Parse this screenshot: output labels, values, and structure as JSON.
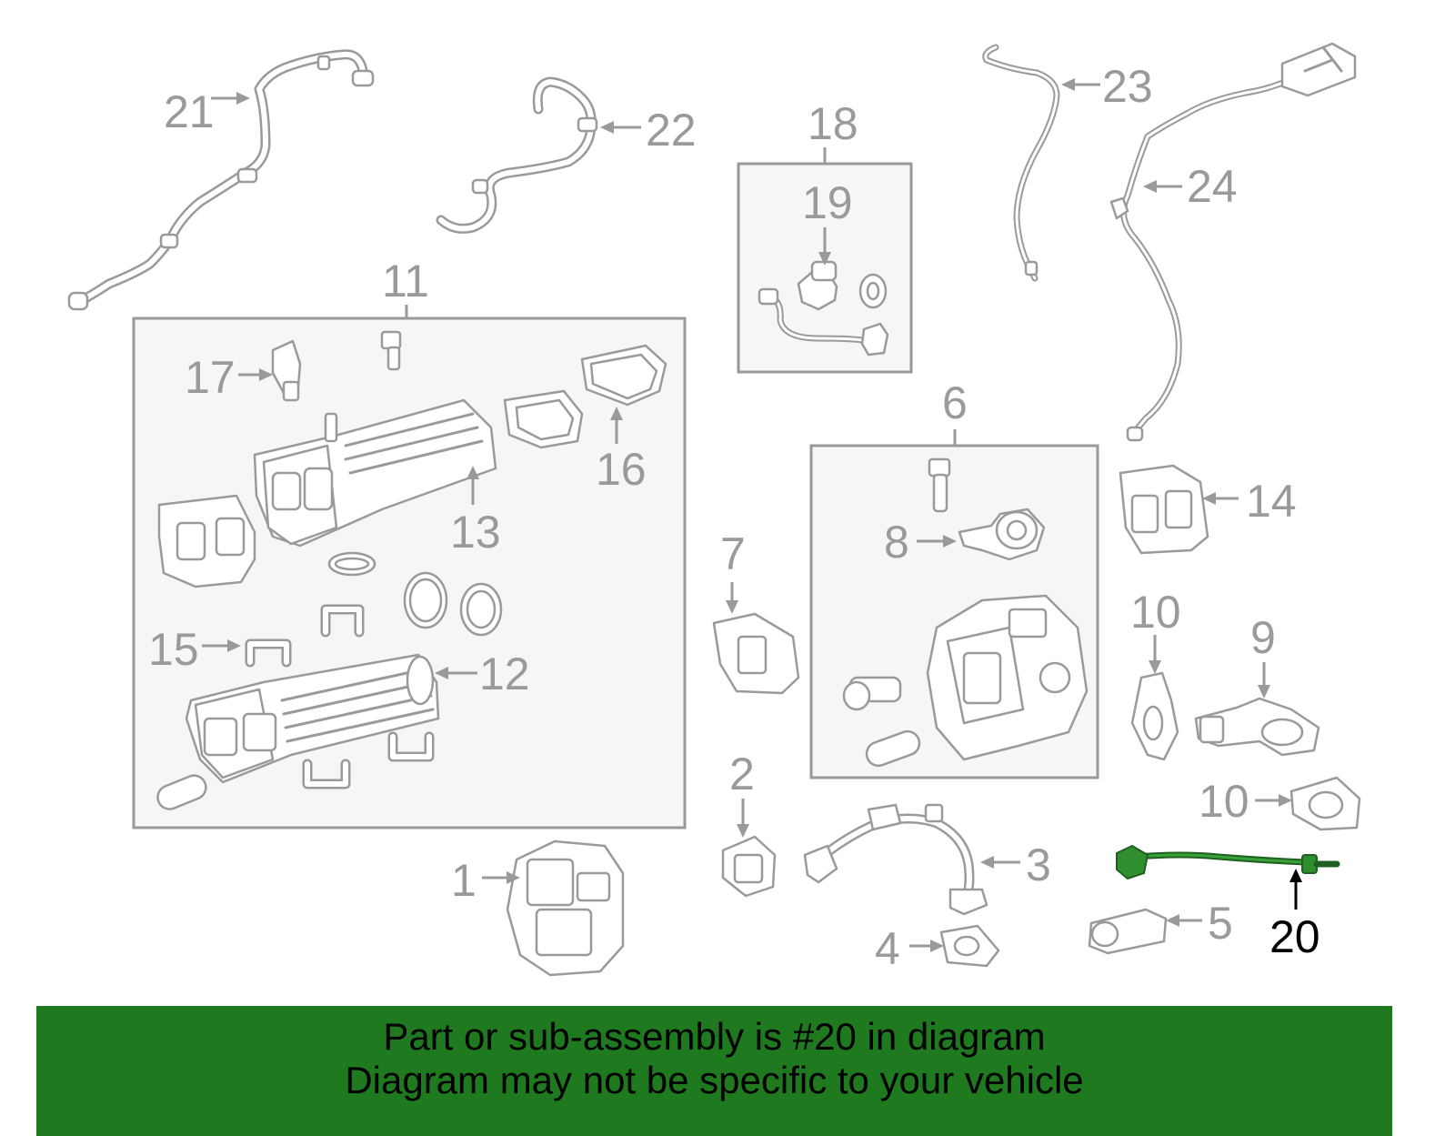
{
  "diagram": {
    "labels": {
      "p1": "1",
      "p2": "2",
      "p3": "3",
      "p4": "4",
      "p5": "5",
      "p6": "6",
      "p7": "7",
      "p8": "8",
      "p9": "9",
      "p10a": "10",
      "p10b": "10",
      "p11": "11",
      "p12": "12",
      "p13": "13",
      "p14": "14",
      "p15": "15",
      "p16": "16",
      "p17": "17",
      "p18": "18",
      "p19": "19",
      "p20": "20",
      "p21": "21",
      "p22": "22",
      "p23": "23",
      "p24": "24"
    },
    "highlighted_part": "20",
    "colors": {
      "line_art": "#9a9a9a",
      "highlight_part": "#2f8f2f",
      "banner_background": "#1f7a1f",
      "banner_text": "#000000"
    }
  },
  "banner": {
    "line1": "Part or sub-assembly is #20 in diagram",
    "line2": "Diagram may not be specific to your vehicle"
  }
}
